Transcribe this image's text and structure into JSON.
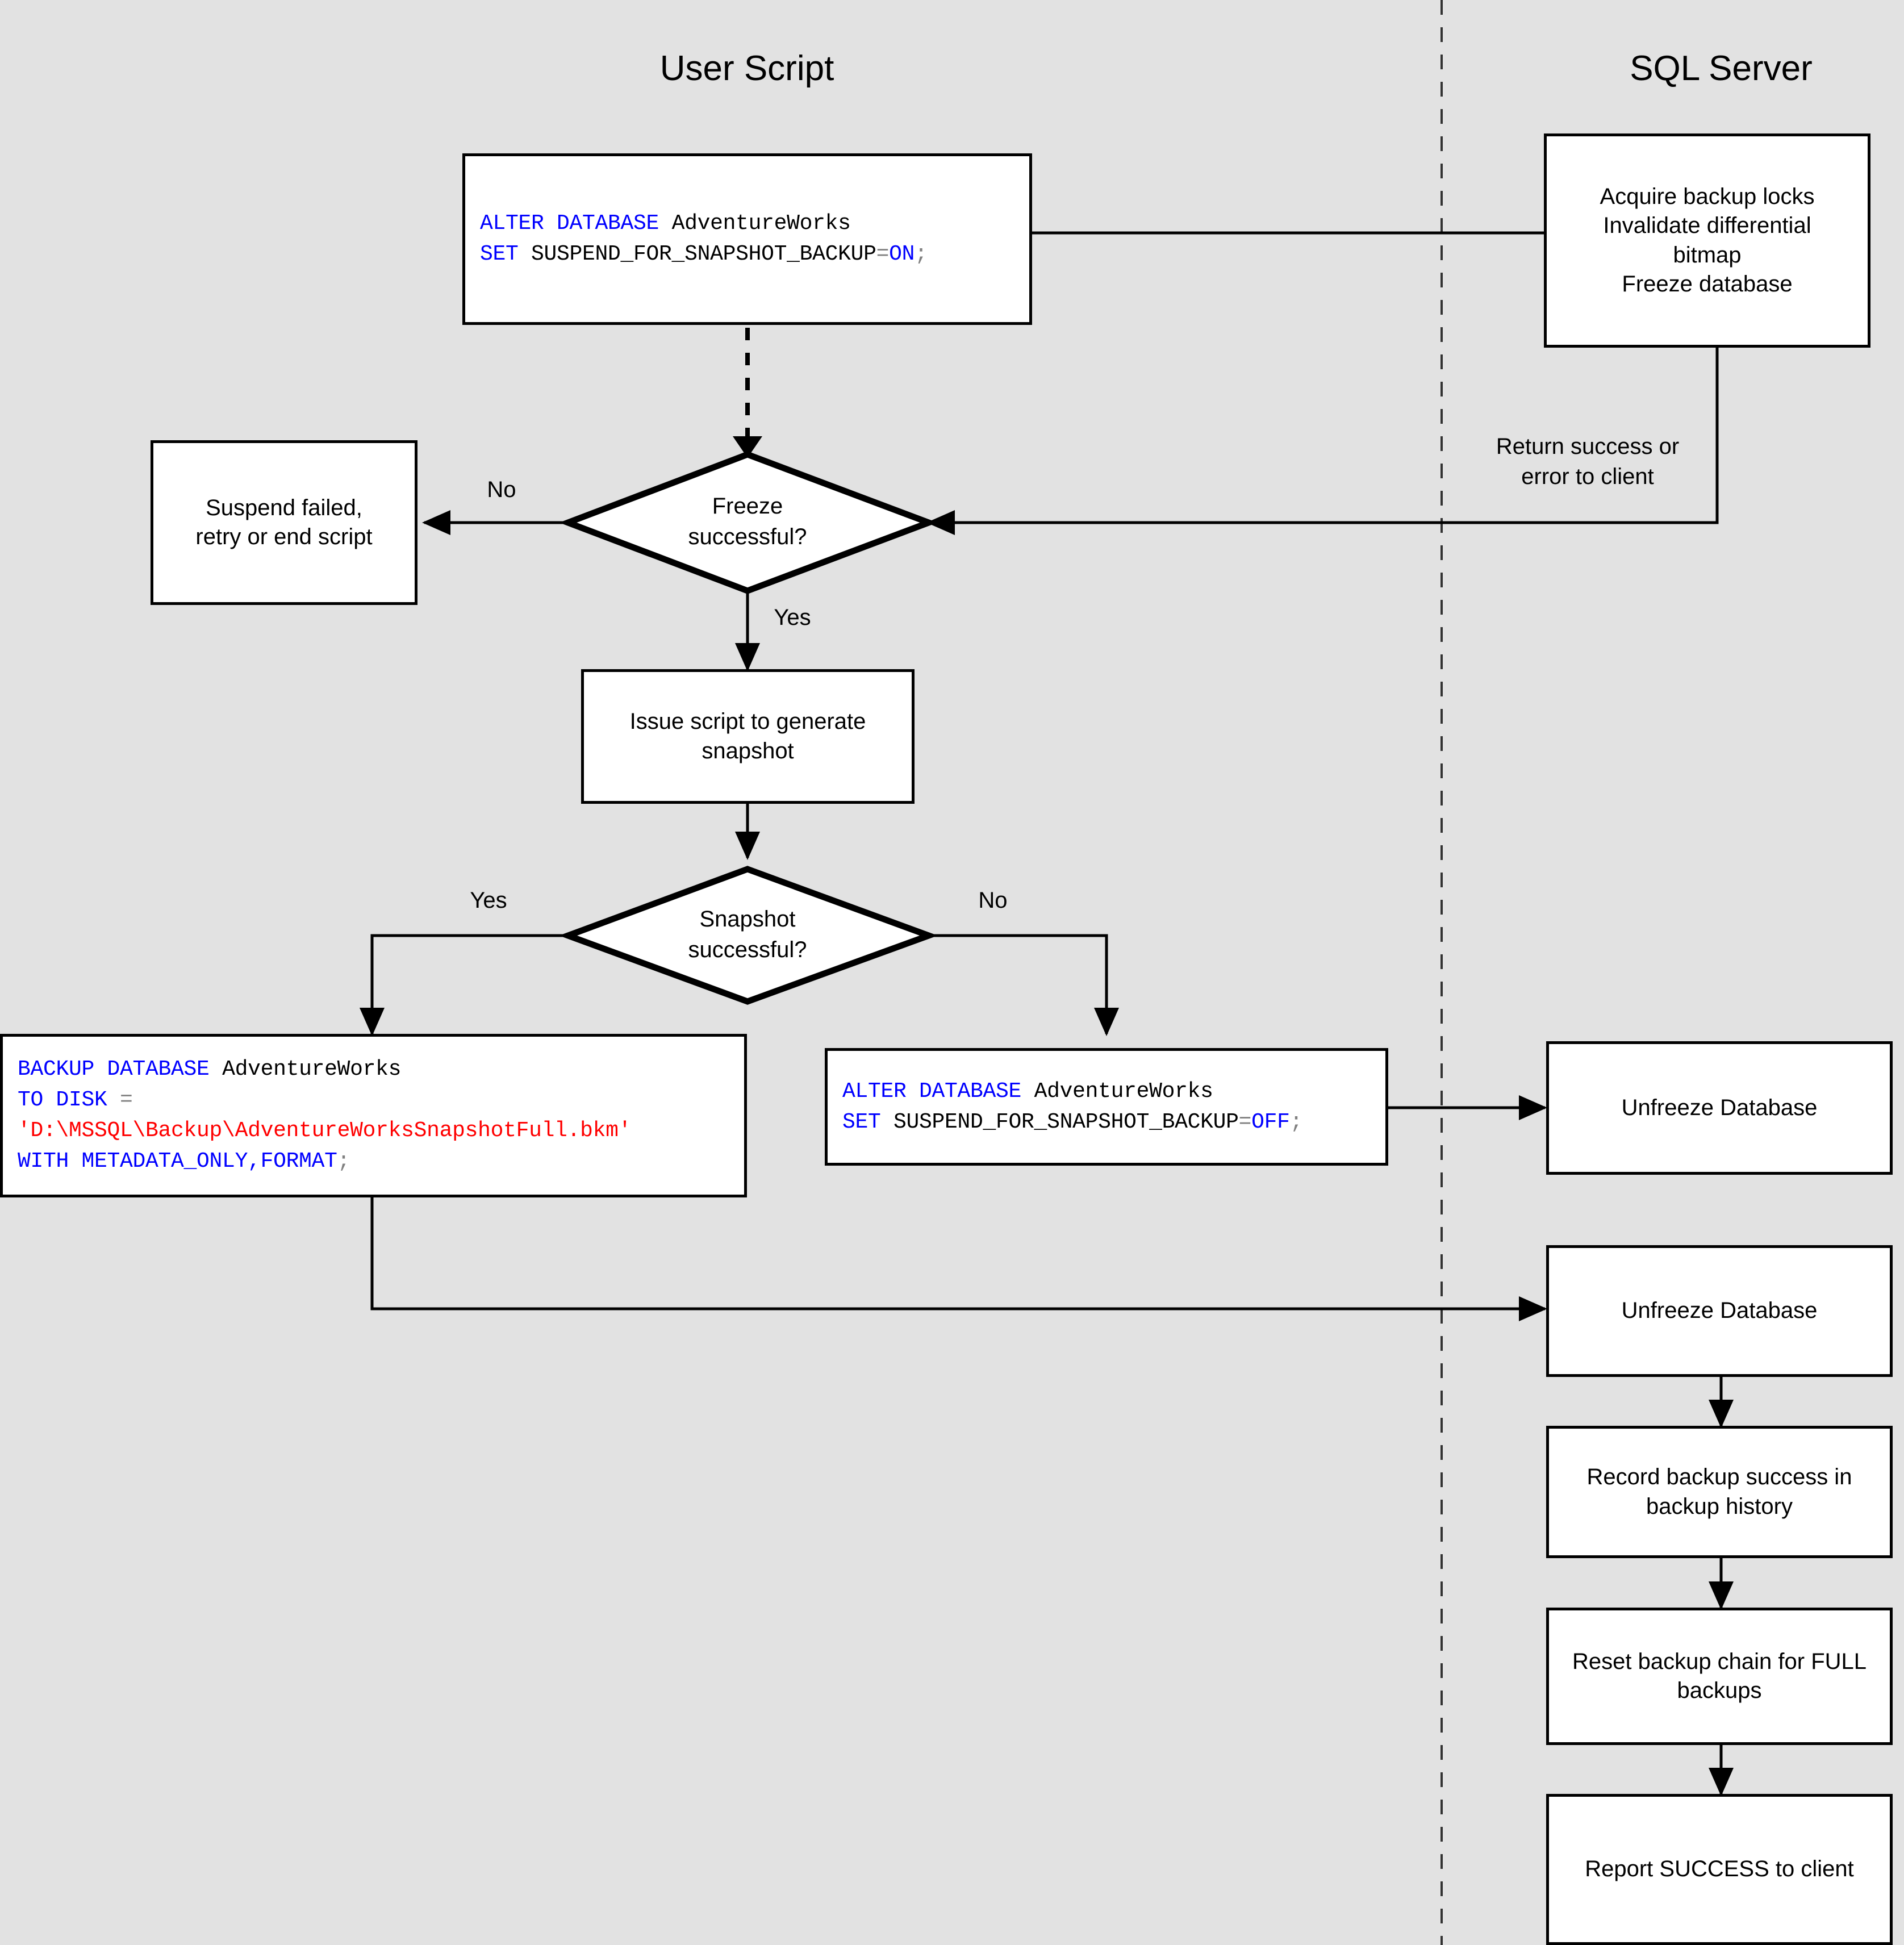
{
  "diagram": {
    "background_color": "#e2e2e2",
    "lanes": [
      {
        "id": "user-script",
        "title": "User Script"
      },
      {
        "id": "sql-server",
        "title": "SQL Server"
      }
    ],
    "divider": {
      "style": "dashed",
      "color": "#333333"
    }
  },
  "code_colors": {
    "keyword": "#0000ff",
    "identifier": "#000000",
    "string": "#ff0000",
    "operator": "#808080"
  },
  "nodes": {
    "alter_on": {
      "type": "code",
      "lines": [
        [
          {
            "t": "ALTER DATABASE ",
            "c": "kw"
          },
          {
            "t": "AdventureWorks",
            "c": "id"
          }
        ],
        [
          {
            "t": "SET",
            "c": "kw"
          },
          {
            "t": " SUSPEND_FOR_SNAPSHOT_BACKUP",
            "c": "id"
          },
          {
            "t": "=",
            "c": "op"
          },
          {
            "t": "ON",
            "c": "kw"
          },
          {
            "t": ";",
            "c": "pn"
          }
        ]
      ],
      "plain": "ALTER DATABASE AdventureWorks\nSET SUSPEND_FOR_SNAPSHOT_BACKUP=ON;"
    },
    "acquire_locks": {
      "type": "process",
      "label": "Acquire backup locks\nInvalidate differential\nbitmap\nFreeze database"
    },
    "suspend_failed": {
      "type": "process",
      "label": "Suspend failed,\nretry or end script"
    },
    "freeze_successful": {
      "type": "decision",
      "label": "Freeze\nsuccessful?"
    },
    "issue_script": {
      "type": "process",
      "label": "Issue script to generate\nsnapshot"
    },
    "snapshot_successful": {
      "type": "decision",
      "label": "Snapshot\nsuccessful?"
    },
    "backup_database": {
      "type": "code",
      "lines": [
        [
          {
            "t": "BACKUP DATABASE ",
            "c": "kw"
          },
          {
            "t": "AdventureWorks",
            "c": "id"
          }
        ],
        [
          {
            "t": "TO DISK ",
            "c": "kw"
          },
          {
            "t": "=",
            "c": "op"
          }
        ],
        [
          {
            "t": "'D:\\MSSQL\\Backup\\AdventureWorksSnapshotFull.bkm'",
            "c": "str"
          }
        ],
        [
          {
            "t": "WITH METADATA_ONLY,FORMAT",
            "c": "kw"
          },
          {
            "t": ";",
            "c": "pn"
          }
        ]
      ],
      "plain": "BACKUP DATABASE AdventureWorks\nTO DISK =\n'D:\\MSSQL\\Backup\\AdventureWorksSnapshotFull.bkm'\nWITH METADATA_ONLY,FORMAT;"
    },
    "alter_off": {
      "type": "code",
      "lines": [
        [
          {
            "t": "ALTER DATABASE ",
            "c": "kw"
          },
          {
            "t": "AdventureWorks",
            "c": "id"
          }
        ],
        [
          {
            "t": "SET",
            "c": "kw"
          },
          {
            "t": " SUSPEND_FOR_SNAPSHOT_BACKUP",
            "c": "id"
          },
          {
            "t": "=",
            "c": "op"
          },
          {
            "t": "OFF",
            "c": "kw"
          },
          {
            "t": ";",
            "c": "pn"
          }
        ]
      ],
      "plain": "ALTER DATABASE AdventureWorks\nSET SUSPEND_FOR_SNAPSHOT_BACKUP=OFF;"
    },
    "unfreeze_1": {
      "type": "process",
      "label": "Unfreeze Database"
    },
    "unfreeze_2": {
      "type": "process",
      "label": "Unfreeze Database"
    },
    "record_history": {
      "type": "process",
      "label": "Record backup success in\nbackup history"
    },
    "reset_chain": {
      "type": "process",
      "label": "Reset backup chain for FULL\nbackups"
    },
    "report_success": {
      "type": "process",
      "label": "Report SUCCESS to client"
    }
  },
  "edge_labels": {
    "return_success": "Return success or\nerror to client",
    "freeze_no": "No",
    "freeze_yes": "Yes",
    "snapshot_yes": "Yes",
    "snapshot_no": "No"
  }
}
